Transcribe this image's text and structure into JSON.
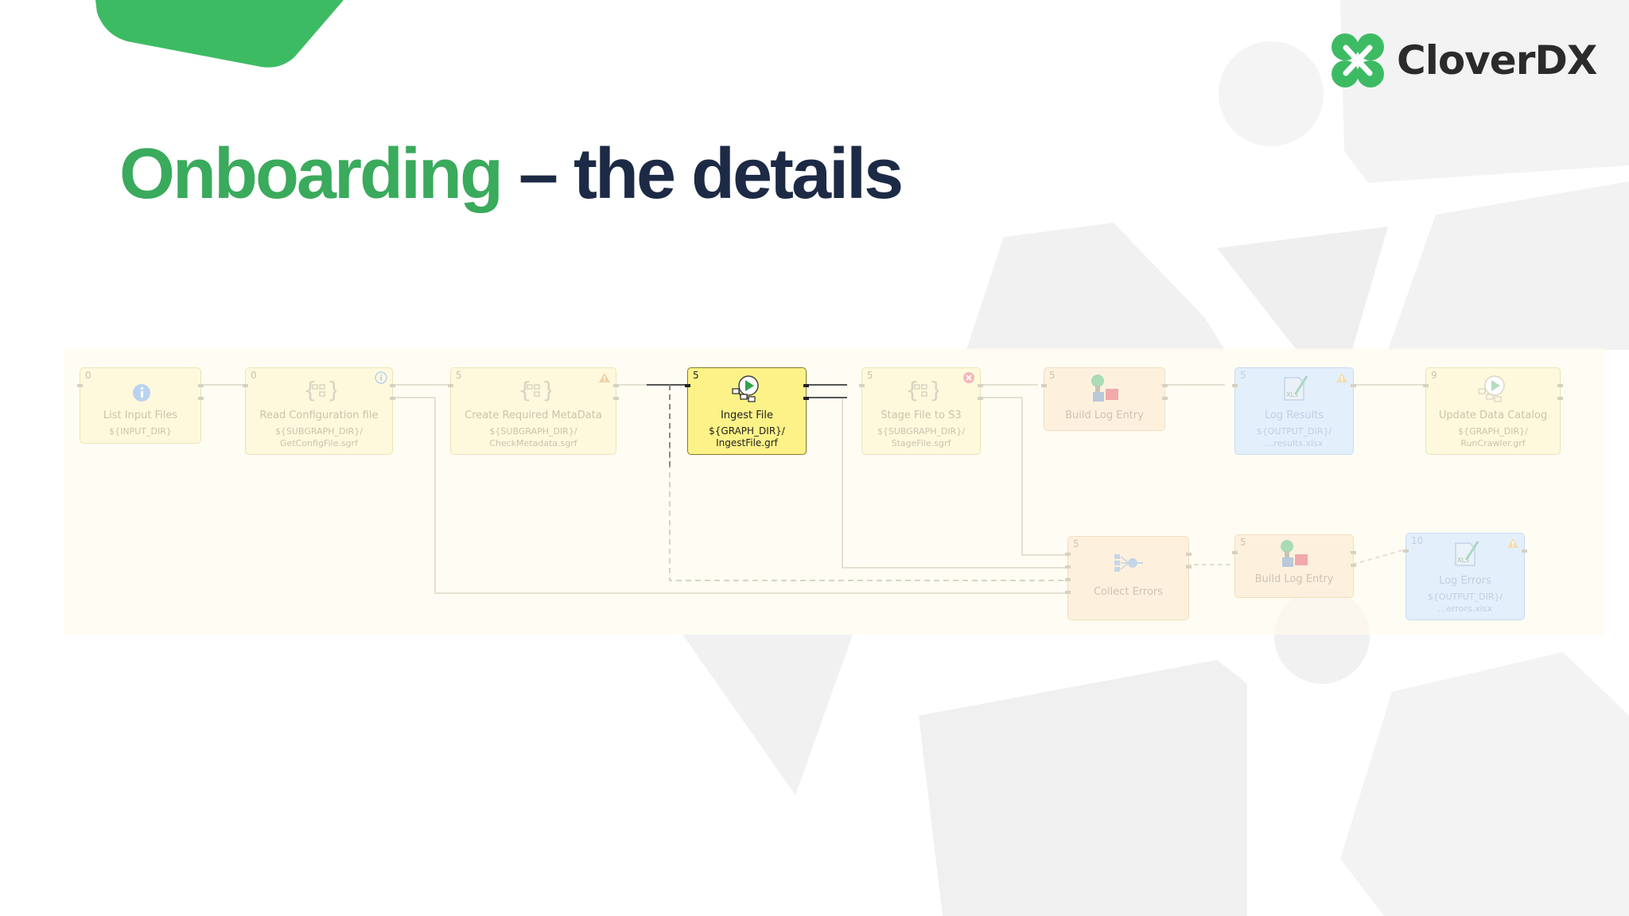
{
  "slide": {
    "title_highlight": "Onboarding",
    "title_rest": " – the details",
    "brand": "CloverDX",
    "colors": {
      "green": "#3aaa5c",
      "navy": "#1c2a45",
      "active": "#fdf287"
    }
  },
  "graph": {
    "nodes": [
      {
        "id": "list-input-files",
        "num": "0",
        "label": "List Input Files",
        "sub": [
          "${INPUT_DIR}"
        ],
        "icon": "info-icon"
      },
      {
        "id": "read-configuration-file",
        "num": "0",
        "label": "Read Configuration file",
        "sub": [
          "${SUBGRAPH_DIR}/",
          "GetConfigFile.sgrf"
        ],
        "icon": "subgraph-icon",
        "badge_icon": "info-badge-icon"
      },
      {
        "id": "create-required-metadata",
        "num": "5",
        "label": "Create Required MetaData",
        "sub": [
          "${SUBGRAPH_DIR}/",
          "CheckMetadata.sgrf"
        ],
        "icon": "subgraph-icon",
        "badge_icon": "warning-badge-icon"
      },
      {
        "id": "ingest-file",
        "num": "5",
        "label": "Ingest File",
        "sub": [
          "${GRAPH_DIR}/",
          "IngestFile.grf"
        ],
        "icon": "execute-graph-icon"
      },
      {
        "id": "stage-file-to-s3",
        "num": "5",
        "label": "Stage File to S3",
        "sub": [
          "${SUBGRAPH_DIR}/",
          "StageFile.sgrf"
        ],
        "icon": "subgraph-icon",
        "badge_icon": "error-badge-icon"
      },
      {
        "id": "build-log-entry",
        "num": "5",
        "label": "Build Log Entry",
        "sub": [],
        "icon": "reformat-icon"
      },
      {
        "id": "log-results",
        "num": "5",
        "label": "Log Results",
        "sub": [
          "${OUTPUT_DIR}/",
          "...results.xlsx"
        ],
        "icon": "excel-writer-icon",
        "badge_icon": "warning-badge-icon"
      },
      {
        "id": "update-data-catalog",
        "num": "9",
        "label": "Update Data Catalog",
        "sub": [
          "${GRAPH_DIR}/",
          "RunCrawler.grf"
        ],
        "icon": "execute-graph-icon"
      },
      {
        "id": "collect-errors",
        "num": "5",
        "label": "Collect Errors",
        "sub": [],
        "icon": "merge-icon"
      },
      {
        "id": "build-log-entry-2",
        "num": "5",
        "label": "Build Log Entry",
        "sub": [],
        "icon": "reformat-icon"
      },
      {
        "id": "log-errors",
        "num": "10",
        "label": "Log Errors",
        "sub": [
          "${OUTPUT_DIR}/",
          "...errors.xlsx"
        ],
        "icon": "excel-writer-icon",
        "badge_icon": "warning-badge-icon"
      }
    ]
  }
}
